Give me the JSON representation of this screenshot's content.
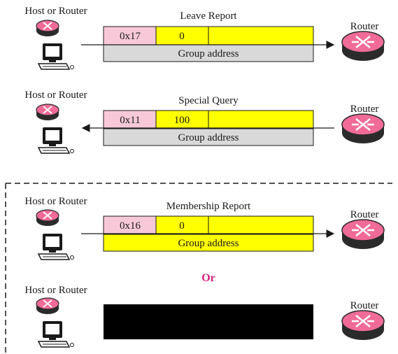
{
  "colors": {
    "pink_field": "#f7c9d8",
    "yellow_field": "#ffff00",
    "gray_field": "#d9d9d9",
    "router_pink": "#f06b97",
    "or_magenta": "#d6207a",
    "black_box": "#000000"
  },
  "icons": {
    "host": "computer-icon",
    "router": "router-icon",
    "arrow": "arrow-right-icon"
  },
  "sections": [
    {
      "id": "leave-report",
      "left_label": "Host or Router",
      "right_label": "Router",
      "message_title": "Leave Report",
      "type_code": "0x17",
      "response_time": "0",
      "address_label": "Group address",
      "direction": "left-to-right"
    },
    {
      "id": "special-query",
      "left_label": "Host or Router",
      "right_label": "Router",
      "message_title": "Special Query",
      "type_code": "0x11",
      "response_time": "100",
      "address_label": "Group address",
      "direction": "right-to-left"
    },
    {
      "id": "membership-report",
      "left_label": "Host or Router",
      "right_label": "Router",
      "message_title": "Membership Report",
      "type_code": "0x16",
      "response_time": "0",
      "address_label": "Group address",
      "direction": "left-to-right"
    },
    {
      "id": "or-case",
      "left_label": "Host or Router",
      "right_label": "Router",
      "separator_text": "Or"
    }
  ]
}
